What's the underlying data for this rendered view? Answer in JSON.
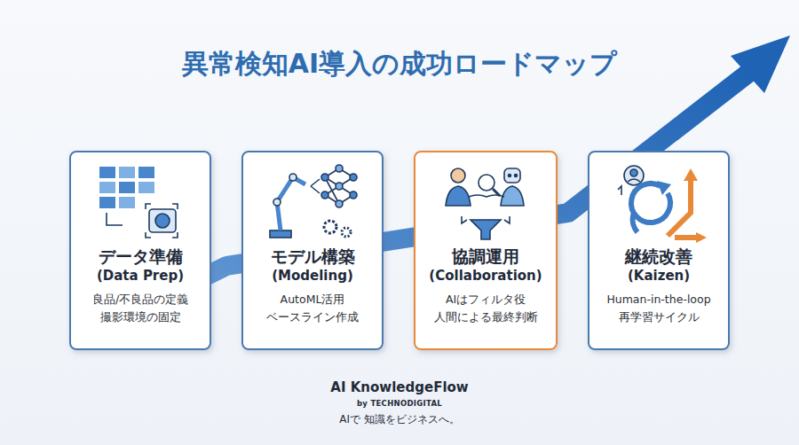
{
  "diagram": {
    "title": "異常検知AI導入の成功ロードマップ",
    "nodes": [
      {
        "text": [
          "データ準備",
          "(Data Prep)",
          "良品/不良品の定義 撮影環境の固定"
        ]
      },
      {
        "text": [
          "モデル構築",
          "(Modeling)",
          "AutoML活用 ベースライン作成"
        ]
      },
      {
        "text": [
          "協調運用",
          "(Collaboration)",
          "AIはフィルタ役 人間による最終判断"
        ]
      },
      {
        "text": [
          "継続改善",
          "(Kaizen)",
          "Human-in-the-loop 再学習サイクル"
        ]
      }
    ],
    "labels": [
      "AI KnowledgeFlow",
      "by TECHNODIGITAL",
      "AIで 知識をビジネスへ。"
    ]
  }
}
